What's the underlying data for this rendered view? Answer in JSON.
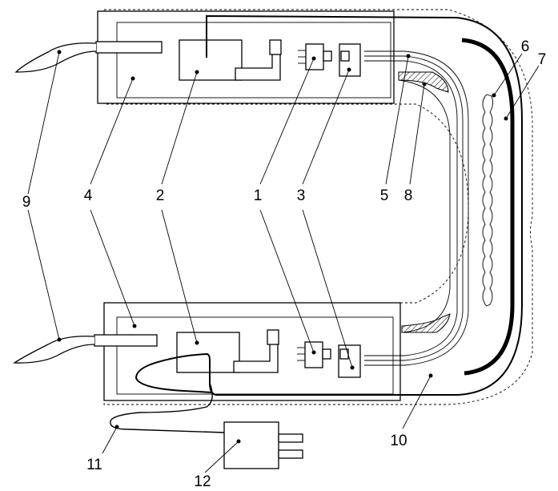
{
  "figure": {
    "labels": [
      {
        "id": "9-top",
        "text": "9"
      },
      {
        "id": "4-top",
        "text": "4"
      },
      {
        "id": "2-top",
        "text": "2"
      },
      {
        "id": "1-top",
        "text": "1"
      },
      {
        "id": "3-top",
        "text": "3"
      },
      {
        "id": "5",
        "text": "5"
      },
      {
        "id": "8",
        "text": "8"
      },
      {
        "id": "6",
        "text": "6"
      },
      {
        "id": "7",
        "text": "7"
      },
      {
        "id": "10",
        "text": "10"
      },
      {
        "id": "11",
        "text": "11"
      },
      {
        "id": "12",
        "text": "12"
      }
    ]
  }
}
